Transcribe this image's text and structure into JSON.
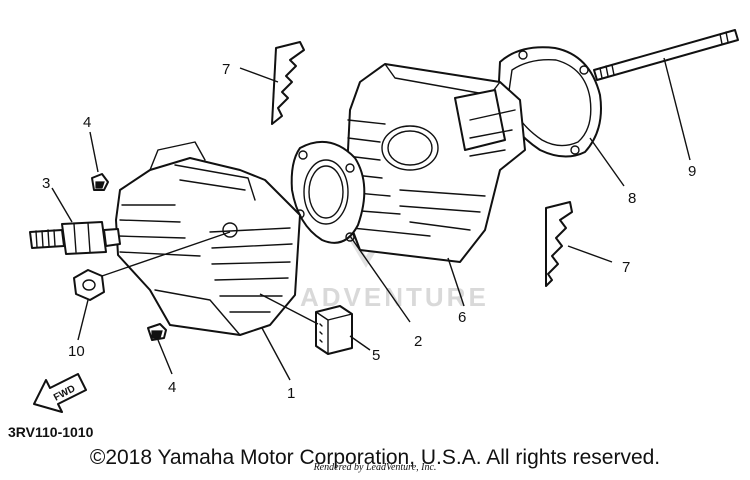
{
  "watermark": "ADVENTURE",
  "diagram_code": "3RV110-1010",
  "copyright": "©2018 Yamaha Motor Corporation, U.S.A. All rights reserved.",
  "rendered_by": "Rendered by LeadVenture, Inc.",
  "fwd_label": "FWD",
  "callouts": {
    "c1": "1",
    "c2": "2",
    "c3": "3",
    "c4a": "4",
    "c4b": "4",
    "c5": "5",
    "c6": "6",
    "c7a": "7",
    "c7b": "7",
    "c8": "8",
    "c9": "9",
    "c10": "10"
  }
}
